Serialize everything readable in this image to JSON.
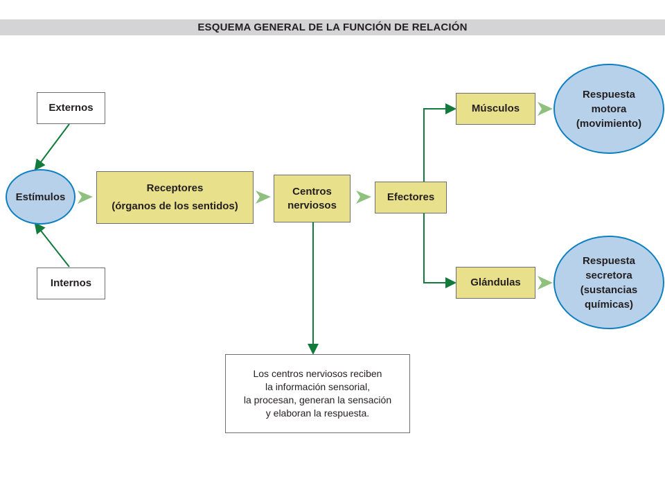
{
  "title": "ESQUEMA GENERAL DE LA FUNCIÓN DE RELACIÓN",
  "nodes": {
    "externos": "Externos",
    "internos": "Internos",
    "estimulos": "Estímulos",
    "receptores": "Receptores\n(órganos de los sentidos)",
    "centros": "Centros\nnerviosos",
    "efectores": "Efectores",
    "musculos": "Músculos",
    "glandulas": "Glándulas",
    "respuesta_motora": "Respuesta\nmotora\n(movimiento)",
    "respuesta_secretora": "Respuesta\nsecretora\n(sustancias\nquímicas)"
  },
  "note": "Los centros nerviosos reciben\nla información sensorial,\nla procesan, generan la sensación\ny elaboran la respuesta.",
  "colors": {
    "title_bar": "#d4d4d6",
    "box_yellow": "#e8e08a",
    "ellipse_fill": "#b8d1ea",
    "ellipse_border": "#0d7fc1",
    "arrow_green_dark": "#127a3a",
    "arrow_green_light": "#8fc07e"
  }
}
